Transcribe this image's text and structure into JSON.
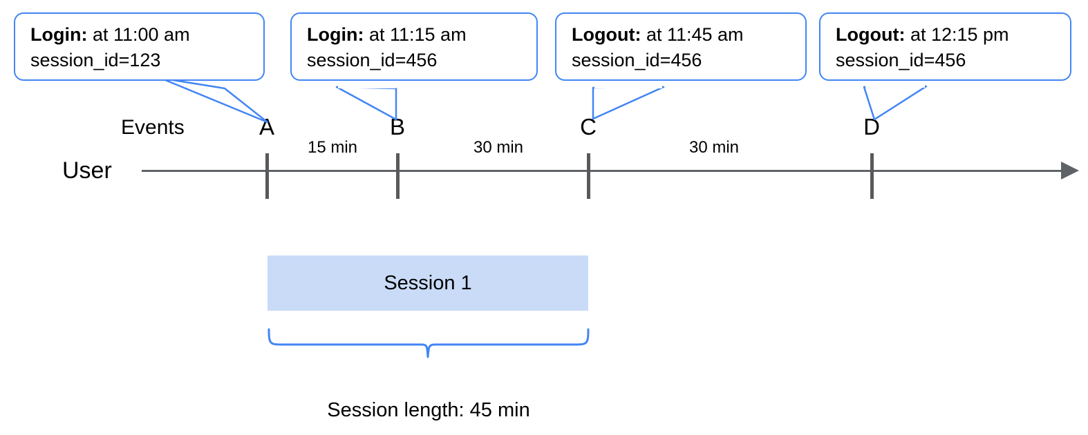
{
  "diagram": {
    "title_caption": "Session length: 45 min",
    "row_labels": {
      "events": "Events",
      "user": "User"
    },
    "session_bar": {
      "label": "Session 1",
      "fill_color": "#c9dbf7",
      "start_event": "A",
      "end_event": "C"
    },
    "accent_color": "#4285f4",
    "axis_color": "#5f6368",
    "events": [
      {
        "marker": "A",
        "type": "Login:",
        "time_text": "at 11:00 am",
        "session_id_text": "session_id=123"
      },
      {
        "marker": "B",
        "type": "Login:",
        "time_text": "at 11:15 am",
        "session_id_text": "session_id=456"
      },
      {
        "marker": "C",
        "type": "Logout:",
        "time_text": "at 11:45 am",
        "session_id_text": "session_id=456"
      },
      {
        "marker": "D",
        "type": "Logout:",
        "time_text": "at 12:15 pm",
        "session_id_text": "session_id=456"
      }
    ],
    "gaps": [
      {
        "label": "15 min",
        "from": "A",
        "to": "B"
      },
      {
        "label": "30 min",
        "from": "B",
        "to": "C"
      },
      {
        "label": "30 min",
        "from": "C",
        "to": "D"
      }
    ]
  }
}
